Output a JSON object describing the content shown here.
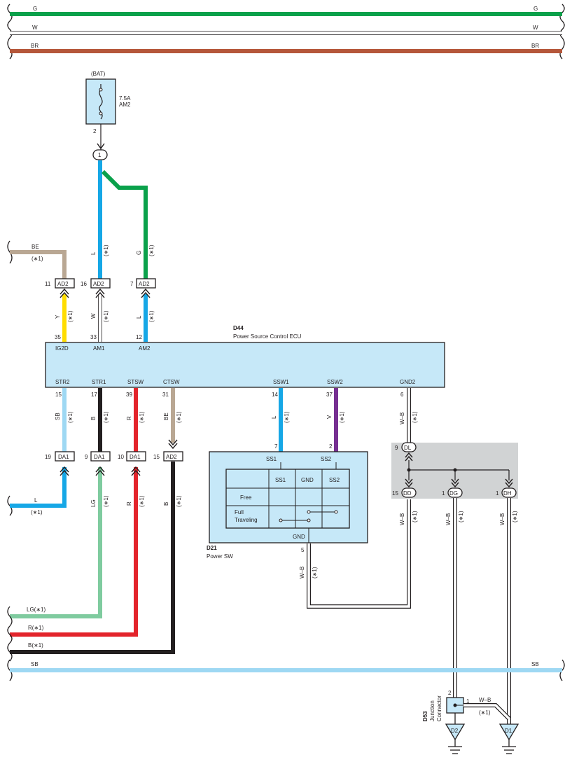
{
  "colors": {
    "G": "#0aa14b",
    "W": "#ffffff",
    "BR": "#b5573a",
    "BE": "#b9a793",
    "L": "#16a7e6",
    "Y": "#ffdd00",
    "SB": "#9ed8f3",
    "B": "#231f20",
    "R": "#e3242b",
    "LG": "#7fcb9f",
    "V": "#762f91",
    "ecu_fill": "#c6e8f8",
    "jc_fill": "#d1d3d4"
  },
  "top_buses": {
    "g_left": "G",
    "g_right": "G",
    "w_left": "W",
    "w_right": "W",
    "br_left": "BR",
    "br_right": "BR"
  },
  "fuse": {
    "bat": "(BAT)",
    "rating": "7.5A",
    "name": "AM2",
    "pin": "2",
    "connector": "1"
  },
  "wires_upper": {
    "l_color": "L",
    "l_note": "(∗1)",
    "g_color": "G",
    "g_note": "(∗1)",
    "be_color": "BE",
    "be_note": "(∗1)"
  },
  "connectors_ad2": {
    "c1_pin": "11",
    "c1_name": "AD2",
    "c2_pin": "16",
    "c2_name": "AD2",
    "c3_pin": "7",
    "c3_name": "AD2"
  },
  "wires_ecu_in": {
    "y_color": "Y",
    "y_note": "(∗1)",
    "w_color": "W",
    "w_note": "(∗1)",
    "l_color": "L",
    "l_note": "(∗1)"
  },
  "ecu": {
    "code": "D44",
    "name": "Power Source Control ECU",
    "pin_ig2d": "35",
    "lbl_ig2d": "IG2D",
    "pin_am1": "33",
    "lbl_am1": "AM1",
    "pin_am2": "12",
    "lbl_am2": "AM2",
    "lbl_str2": "STR2",
    "pin_str2": "15",
    "lbl_str1": "STR1",
    "pin_str1": "17",
    "lbl_stsw": "STSW",
    "pin_stsw": "39",
    "lbl_ctsw": "CTSW",
    "pin_ctsw": "31",
    "lbl_ssw1": "SSW1",
    "pin_ssw1": "14",
    "lbl_ssw2": "SSW2",
    "pin_ssw2": "37",
    "lbl_gnd2": "GND2",
    "pin_gnd2": "6"
  },
  "wires_ecu_out": {
    "sb": "SB",
    "sb_n": "(∗1)",
    "b": "B",
    "b_n": "(∗1)",
    "r": "R",
    "r_n": "(∗1)",
    "be": "BE",
    "be_n": "(∗1)",
    "l": "L",
    "l_n": "(∗1)",
    "v": "V",
    "v_n": "(∗1)",
    "wb": "W–B",
    "wb_n": "(∗1)"
  },
  "connectors_lower": {
    "da1a_pin": "19",
    "da1a_name": "DA1",
    "da1b_pin": "9",
    "da1b_name": "DA1",
    "da1c_pin": "10",
    "da1c_name": "DA1",
    "ad2_pin": "15",
    "ad2_name": "AD2"
  },
  "wires_lower": {
    "l": "L",
    "l_n": "(∗1)",
    "lg": "LG",
    "lg_n": "(∗1)",
    "r": "R",
    "r_n": "(∗1)",
    "b": "B",
    "b_n": "(∗1)"
  },
  "power_sw": {
    "code": "D21",
    "name": "Power SW",
    "pin_ss1": "7",
    "lbl_ss1": "SS1",
    "pin_ss2": "2",
    "lbl_ss2": "SS2",
    "lbl_gnd": "GND",
    "pin_gnd": "5",
    "table_h1": "SS1",
    "table_h2": "GND",
    "table_h3": "SS2",
    "row_free": "Free",
    "row_full1": "Full",
    "row_full2": "Traveling",
    "wire": "W–B",
    "wire_n": "(∗1)"
  },
  "jc": {
    "dl_pin": "9",
    "dl_name": "DL",
    "dd_pin": "15",
    "dd_name": "DD",
    "dg_pin": "1",
    "dg_name": "DG",
    "dh_pin": "1",
    "dh_name": "DH",
    "wire": "W–B",
    "wire_n": "(∗1)"
  },
  "left_ends": {
    "lg": "LG(∗1)",
    "r": "R(∗1)",
    "b": "B(∗1)"
  },
  "sb_bus": {
    "left": "SB",
    "right": "SB"
  },
  "d53": {
    "code": "D53",
    "name1": "Junction",
    "name2": "Connector",
    "pin2": "2",
    "pin1": "1",
    "wire": "W–B",
    "wire_n": "(∗1)"
  },
  "grounds": {
    "d2": "D2",
    "d1": "D1"
  }
}
